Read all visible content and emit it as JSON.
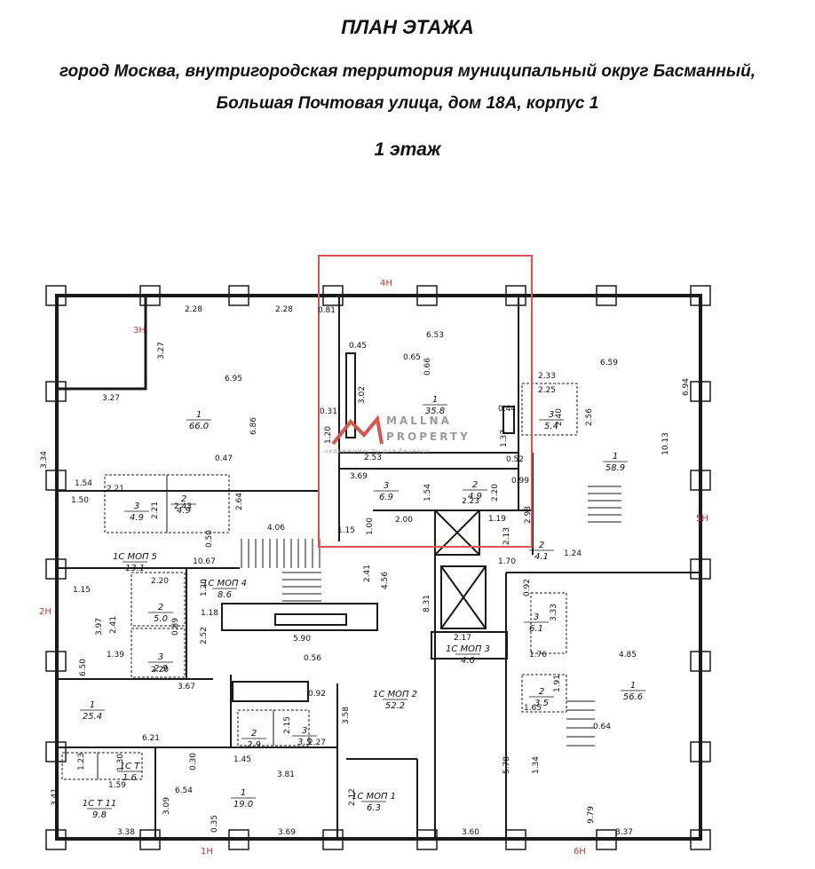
{
  "header": {
    "title": "ПЛАН ЭТАЖА",
    "address_line1": "город Москва, внутригородская территория  муниципальный округ Басманный,",
    "address_line2": "Большая Почтовая улица, дом 18А, корпус 1",
    "floor": "1 этаж"
  },
  "watermark": {
    "brand_line1": "MALLNA",
    "brand_line2": "PROPERTY",
    "tagline": "недвижимость для бизнеса"
  },
  "colors": {
    "highlight": "#d9534f",
    "room_id": "#c0392b",
    "wall": "#1a1a1a"
  },
  "room_ids": [
    "3Н",
    "4Н",
    "5Н",
    "2Н",
    "1Н",
    "6Н"
  ],
  "rooms": [
    {
      "num": "1",
      "area": "66.0"
    },
    {
      "num": "1",
      "area": "35.8"
    },
    {
      "num": "1",
      "area": "58.9"
    },
    {
      "num": "3",
      "area": "5.4"
    },
    {
      "num": "3",
      "area": "4.9"
    },
    {
      "num": "2",
      "area": "4.9"
    },
    {
      "num": "3",
      "area": "6.9"
    },
    {
      "num": "2",
      "area": "4.9"
    },
    {
      "num": "2",
      "area": "4.1"
    },
    {
      "num": "1С МОП 5",
      "area": "13.1"
    },
    {
      "num": "1С МОП 4",
      "area": "8.6"
    },
    {
      "num": "2",
      "area": "5.0"
    },
    {
      "num": "3",
      "area": "2.9"
    },
    {
      "num": "1",
      "area": "25.4"
    },
    {
      "num": "1С МОП 2",
      "area": "52.2"
    },
    {
      "num": "1С МОП 3",
      "area": "4.0"
    },
    {
      "num": "3",
      "area": "6.1"
    },
    {
      "num": "1",
      "area": "56.6"
    },
    {
      "num": "2",
      "area": "3.5"
    },
    {
      "num": "2",
      "area": "2.9"
    },
    {
      "num": "3",
      "area": "3.5"
    },
    {
      "num": "1С Т 11",
      "area": "9.8"
    },
    {
      "num": "1С Т",
      "area": "1.6"
    },
    {
      "num": "1",
      "area": "19.0"
    },
    {
      "num": "1С МОП 1",
      "area": "6.3"
    }
  ],
  "dimensions": [
    "2.28",
    "2.28",
    "0.81",
    "6.53",
    "0.45",
    "0.65",
    "0.66",
    "3.02",
    "3.27",
    "3.27",
    "6.95",
    "6.86",
    "0.31",
    "1.20",
    "2.33",
    "2.25",
    "6.59",
    "6.94",
    "2.40",
    "2.56",
    "10.13",
    "0.44",
    "1.37",
    "3.34",
    "0.47",
    "2.53",
    "0.52",
    "2.64",
    "1.54",
    "2.21",
    "2.43",
    "3.69",
    "1.54",
    "2.20",
    "0.99",
    "1.50",
    "2.21",
    "0.50",
    "4.06",
    "2.00",
    "2.23",
    "1.19",
    "2.98",
    "2.13",
    "10.67",
    "1.15",
    "1.00",
    "1.70",
    "1.24",
    "2.41",
    "4.56",
    "1.15",
    "2.20",
    "1.20",
    "0.92",
    "8.31",
    "3.97",
    "2.41",
    "1.18",
    "0.89",
    "2.52",
    "3.33",
    "1.39",
    "5.90",
    "2.17",
    "2.20",
    "6.50",
    "3.67",
    "0.56",
    "0.92",
    "1.76",
    "4.85",
    "3.58",
    "2.15",
    "2.27",
    "1.91",
    "1.65",
    "0.64",
    "6.21",
    "0.30",
    "1.45",
    "3.81",
    "1.23",
    "1.30",
    "1.59",
    "5.78",
    "1.34",
    "3.41",
    "6.54",
    "3.09",
    "2.12",
    "9.79",
    "3.38",
    "0.35",
    "3.69",
    "3.60",
    "3.37"
  ]
}
